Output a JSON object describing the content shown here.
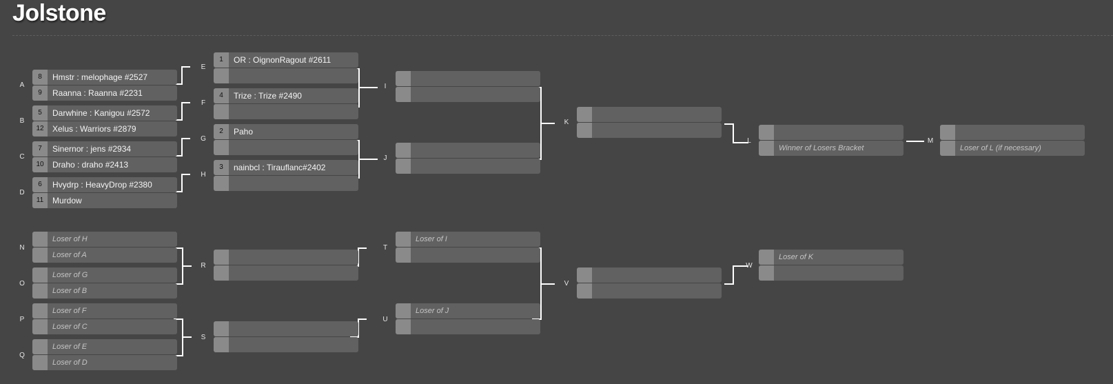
{
  "page": {
    "title": "Jolstone"
  },
  "labels": {
    "A": "A",
    "B": "B",
    "C": "C",
    "D": "D",
    "E": "E",
    "F": "F",
    "G": "G",
    "H": "H",
    "I": "I",
    "J": "J",
    "K": "K",
    "L": "L",
    "M": "M",
    "N": "N",
    "O": "O",
    "P": "P",
    "Q": "Q",
    "R": "R",
    "S": "S",
    "T": "T",
    "U": "U",
    "V": "V",
    "W": "W"
  },
  "winners_bracket": {
    "A": [
      {
        "seed": "8",
        "name": "Hmstr : melophage #2527"
      },
      {
        "seed": "9",
        "name": "Raanna : Raanna #2231"
      }
    ],
    "B": [
      {
        "seed": "5",
        "name": "Darwhine : Kanigou #2572"
      },
      {
        "seed": "12",
        "name": "Xelus : Warriors #2879"
      }
    ],
    "C": [
      {
        "seed": "7",
        "name": "Sinernor : jens #2934"
      },
      {
        "seed": "10",
        "name": "Draho : draho #2413"
      }
    ],
    "D": [
      {
        "seed": "6",
        "name": "Hvydrp : HeavyDrop #2380"
      },
      {
        "seed": "11",
        "name": "Murdow"
      }
    ],
    "E": [
      {
        "seed": "1",
        "name": "OR : OignonRagout #2611"
      },
      {
        "seed": "",
        "name": ""
      }
    ],
    "F": [
      {
        "seed": "4",
        "name": "Trize : Trize #2490"
      },
      {
        "seed": "",
        "name": ""
      }
    ],
    "G": [
      {
        "seed": "2",
        "name": "Paho"
      },
      {
        "seed": "",
        "name": ""
      }
    ],
    "H": [
      {
        "seed": "3",
        "name": "nainbcl : Tirauflanc#2402"
      },
      {
        "seed": "",
        "name": ""
      }
    ],
    "I": [
      {
        "seed": "",
        "name": ""
      },
      {
        "seed": "",
        "name": ""
      }
    ],
    "J": [
      {
        "seed": "",
        "name": ""
      },
      {
        "seed": "",
        "name": ""
      }
    ],
    "K": [
      {
        "seed": "",
        "name": ""
      },
      {
        "seed": "",
        "name": ""
      }
    ],
    "L": [
      {
        "seed": "",
        "name": ""
      },
      {
        "seed": "",
        "name": "Winner of Losers Bracket"
      }
    ],
    "M": [
      {
        "seed": "",
        "name": ""
      },
      {
        "seed": "",
        "name": "Loser of L (if necessary)"
      }
    ]
  },
  "losers_bracket": {
    "N": [
      {
        "seed": "",
        "name": "Loser of H"
      },
      {
        "seed": "",
        "name": "Loser of A"
      }
    ],
    "O": [
      {
        "seed": "",
        "name": "Loser of G"
      },
      {
        "seed": "",
        "name": "Loser of B"
      }
    ],
    "P": [
      {
        "seed": "",
        "name": "Loser of F"
      },
      {
        "seed": "",
        "name": "Loser of C"
      }
    ],
    "Q": [
      {
        "seed": "",
        "name": "Loser of E"
      },
      {
        "seed": "",
        "name": "Loser of D"
      }
    ],
    "R": [
      {
        "seed": "",
        "name": ""
      },
      {
        "seed": "",
        "name": ""
      }
    ],
    "S": [
      {
        "seed": "",
        "name": ""
      },
      {
        "seed": "",
        "name": ""
      }
    ],
    "T": [
      {
        "seed": "",
        "name": "Loser of I"
      },
      {
        "seed": "",
        "name": ""
      }
    ],
    "U": [
      {
        "seed": "",
        "name": "Loser of J"
      },
      {
        "seed": "",
        "name": ""
      }
    ],
    "V": [
      {
        "seed": "",
        "name": ""
      },
      {
        "seed": "",
        "name": ""
      }
    ],
    "W": [
      {
        "seed": "",
        "name": "Loser of K"
      },
      {
        "seed": "",
        "name": ""
      }
    ]
  },
  "colors": {
    "background": "#454545",
    "slot": "#616161",
    "seed_box": "#8a8a8a",
    "connector": "#ffffff"
  }
}
